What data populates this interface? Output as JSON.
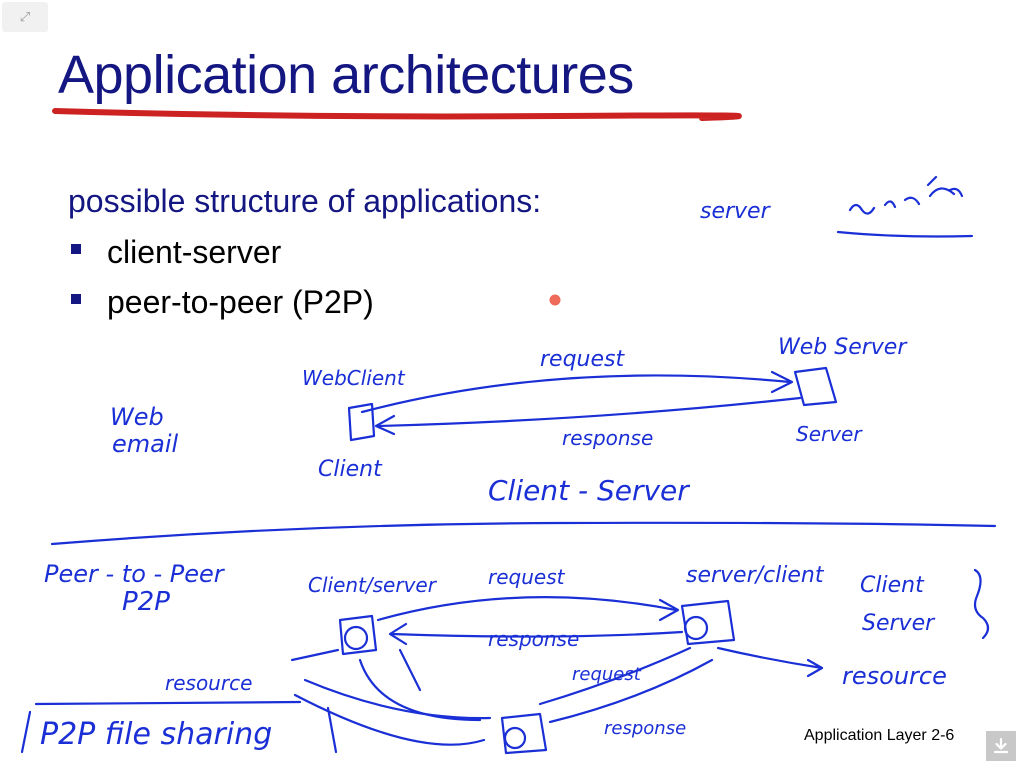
{
  "slide": {
    "title": "Application architectures",
    "subtitle": "possible structure of applications:",
    "bullets": [
      "client-server",
      "peer-to-peer (P2P)"
    ],
    "footer": "Application Layer 2-6"
  },
  "controls": {
    "expand_icon": "expand-icon",
    "download_icon": "download-icon",
    "expand_glyph": "⤢"
  },
  "annotations": {
    "top_right_server": "server",
    "web_client": "WebClient",
    "request_top": "request",
    "web_server": "Web Server",
    "web_email": "Web",
    "web_email_2": "email",
    "response_top": "response",
    "server_label": "Server",
    "client_label": "Client",
    "client_server": "Client - Server",
    "peer_to_peer": "Peer - to - Peer",
    "p2p": "P2P",
    "client_server_node": "Client/server",
    "request_p2p": "request",
    "server_client_node": "server/client",
    "client_right": "Client",
    "server_right": "Server",
    "response_p2p": "response",
    "resource_left": "resource",
    "request_p2p_2": "request",
    "resource_right": "resource",
    "p2p_file_sharing": "P2P file sharing",
    "response_bottom": "response"
  },
  "colors": {
    "title": "#141682",
    "ink_blue": "#1a2fd6",
    "ink_red": "#cc2222",
    "pointer_dot": "#f06a5a"
  }
}
